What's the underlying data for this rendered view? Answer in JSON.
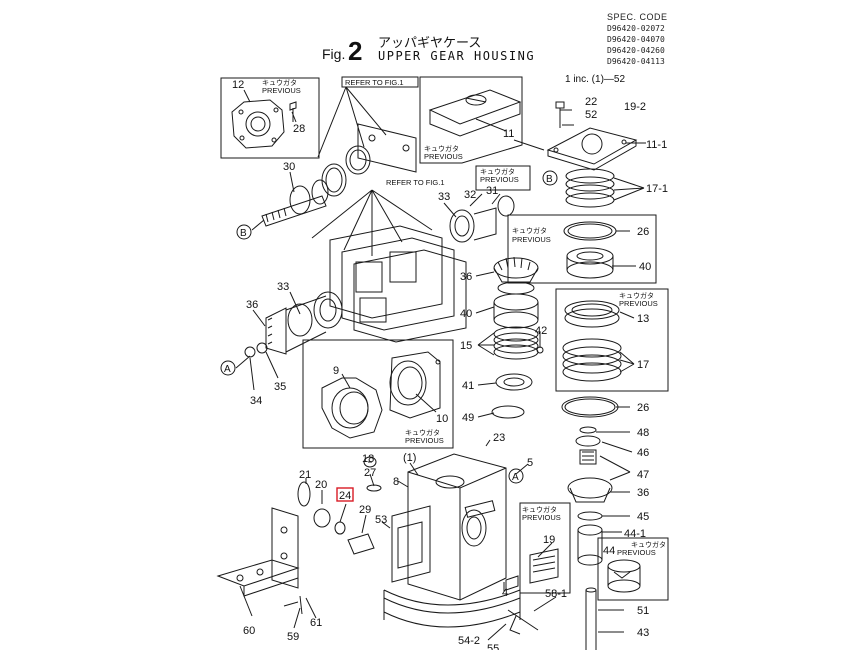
{
  "header": {
    "spec_heading": "SPEC. CODE",
    "spec_codes": [
      "D96420-02072",
      "D96420-04070",
      "D96420-04260",
      "D96420-04113"
    ],
    "fig_label": "Fig.",
    "fig_number": "2",
    "title_jp": "アッパギヤケース",
    "title_en": "UPPER GEAR HOUSING"
  },
  "notes": {
    "inc": "1 inc. (1)—52",
    "refer1": "REFER TO FIG.1",
    "refer2": "REFER TO FIG.1"
  },
  "boxes": {
    "previous_jp": "キュウガタ",
    "previous_en": "PREVIOUS"
  },
  "callouts": {
    "c12": "12",
    "c28": "28",
    "c30": "30",
    "cB1": "B",
    "cB2": "B",
    "c33a": "33",
    "c33b": "33",
    "c36a": "36",
    "c36b": "36",
    "c36c": "36",
    "cA1": "A",
    "cA2": "A",
    "c34": "34",
    "c35": "35",
    "c9": "9",
    "c10": "10",
    "c11": "11",
    "c11_1": "11-1",
    "c22": "22",
    "c52": "52",
    "c19_2": "19-2",
    "c17_1": "17-1",
    "c32": "32",
    "c31": "31",
    "c26a": "26",
    "c26b": "26",
    "c40a": "40",
    "c40b": "40",
    "c13": "13",
    "c15": "15",
    "c17": "17",
    "c42": "42",
    "c41": "41",
    "c49": "49",
    "c23": "23",
    "c48": "48",
    "c46": "46",
    "c47": "47",
    "c45": "45",
    "c44_1": "44-1",
    "c44": "44",
    "c18": "18",
    "c27": "27",
    "c1": "(1)",
    "c8": "8",
    "c5": "5",
    "c21": "21",
    "c20": "20",
    "c24": "24",
    "c29": "29",
    "c53": "53",
    "c19": "19",
    "c4": "4",
    "c58_1": "58-1",
    "c51": "51",
    "c43": "43",
    "c60": "60",
    "c59": "59",
    "c61": "61",
    "c54_2": "54-2",
    "c55": "55"
  },
  "colors": {
    "line": "#1a1a1a",
    "highlight": "#d81b24",
    "ink": "#111111"
  }
}
